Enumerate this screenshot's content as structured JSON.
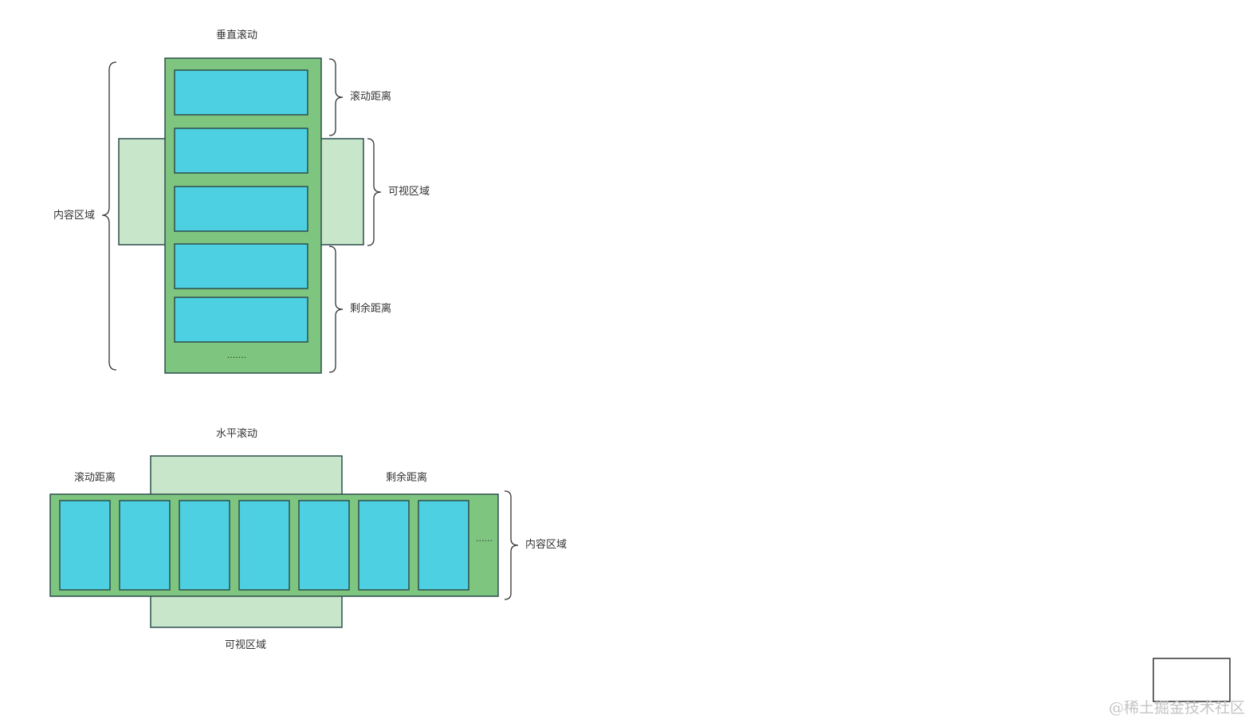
{
  "vertical": {
    "title": "垂直滚动",
    "scroll_distance": "滚动距离",
    "visible_area": "可视区域",
    "remaining_distance": "剩余距离",
    "content_area": "内容区域",
    "ellipsis": "......."
  },
  "horizontal": {
    "title": "水平滚动",
    "scroll_distance": "滚动距离",
    "remaining_distance": "剩余距离",
    "visible_area": "可视区域",
    "content_area": "内容区域",
    "ellipsis": "......"
  },
  "watermark": "@稀土掘金技术社区",
  "colors": {
    "content_green": "#7ec67f",
    "viewport_green": "#c8e6c9",
    "item_cyan": "#4dd0e1",
    "stroke": "#2f4f4f"
  }
}
